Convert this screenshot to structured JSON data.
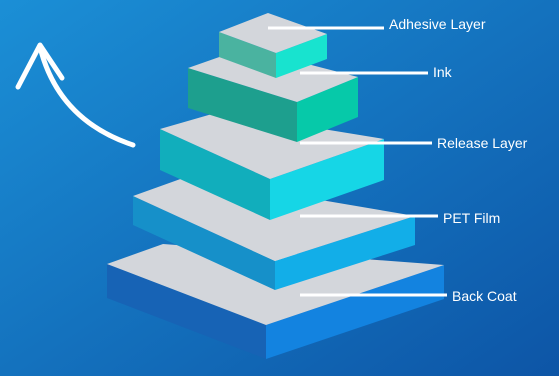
{
  "colors": {
    "background_top": "#1b8fd6",
    "background_bottom": "#0d55a6",
    "top_face": "#d3d6db",
    "leader": "#ffffff",
    "arrow": "#ffffff"
  },
  "layers": [
    {
      "label": "Adhesive Layer",
      "front_color": "#18e3cf",
      "side_color": "#4ab3a0"
    },
    {
      "label": "Ink",
      "front_color": "#06c9a9",
      "side_color": "#1d9f8e"
    },
    {
      "label": "Release Layer",
      "front_color": "#16d6e6",
      "side_color": "#11aebc"
    },
    {
      "label": "PET Film",
      "front_color": "#12aee8",
      "side_color": "#1690c9"
    },
    {
      "label": "Back Coat",
      "front_color": "#1383e0",
      "side_color": "#1763b5"
    }
  ],
  "icons": {
    "curved_arrow": "curved-arrow-icon"
  }
}
